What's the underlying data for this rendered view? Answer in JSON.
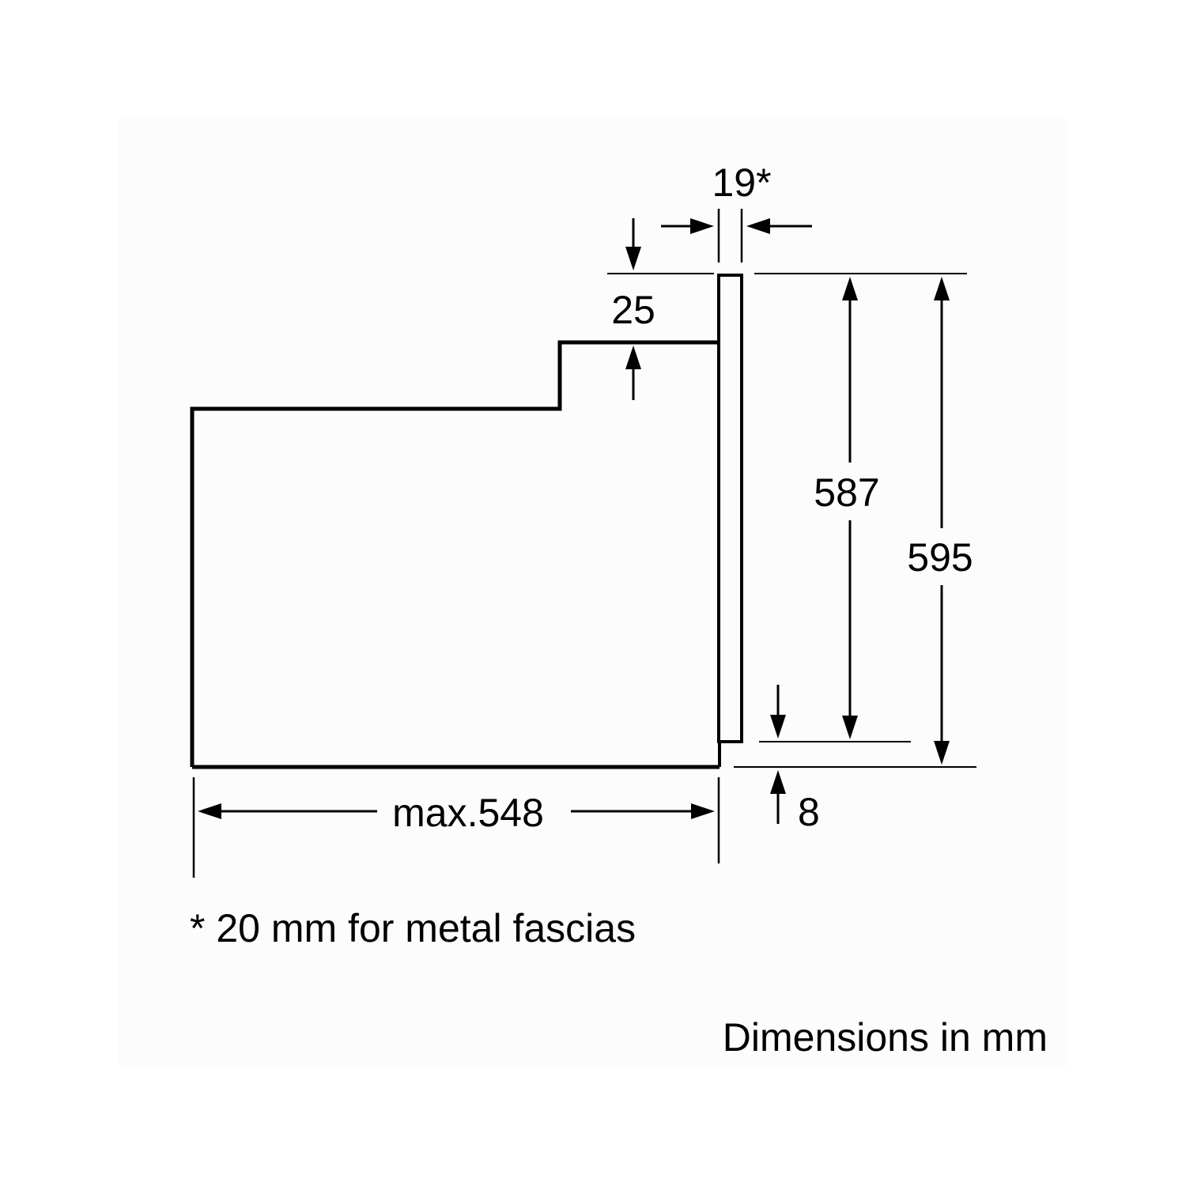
{
  "diagram": {
    "colors": {
      "background": "#ffffff",
      "panel": "#fcfcfc",
      "line": "#000000"
    },
    "dimensions": {
      "panel_thickness": "19*",
      "top_step": "25",
      "inner_height": "587",
      "total_height": "595",
      "depth": "max.548",
      "bottom_gap": "8"
    },
    "footnote": "* 20 mm for metal fascias",
    "units_note": "Dimensions in mm"
  }
}
